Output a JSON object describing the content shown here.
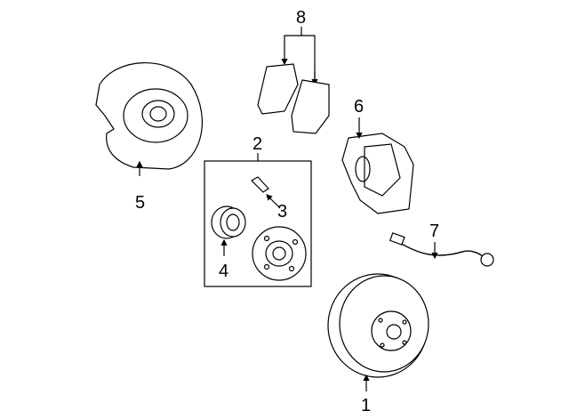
{
  "diagram": {
    "callouts": [
      {
        "id": "1",
        "part": "rotor"
      },
      {
        "id": "2",
        "part": "hub-assembly"
      },
      {
        "id": "3",
        "part": "wheel-stud"
      },
      {
        "id": "4",
        "part": "bearing"
      },
      {
        "id": "5",
        "part": "backing-plate"
      },
      {
        "id": "6",
        "part": "caliper"
      },
      {
        "id": "7",
        "part": "brake-hose"
      },
      {
        "id": "8",
        "part": "brake-pads"
      }
    ]
  }
}
